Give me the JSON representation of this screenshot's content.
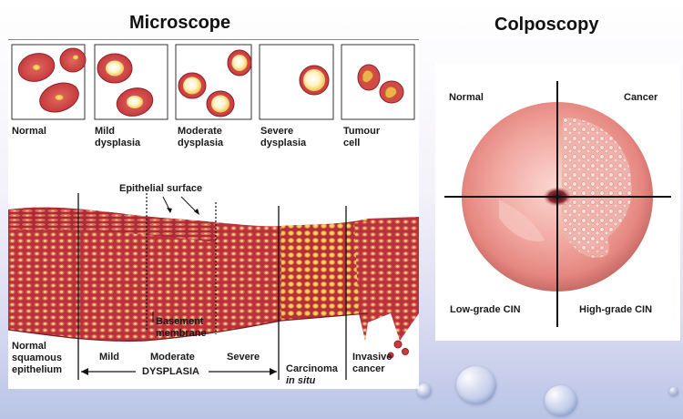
{
  "titles": {
    "microscope": "Microscope",
    "colposcopy": "Colposcopy"
  },
  "cells": [
    {
      "label": "Normal"
    },
    {
      "label": "Mild\ndysplasia"
    },
    {
      "label": "Moderate\ndysplasia"
    },
    {
      "label": "Severe\ndysplasia"
    },
    {
      "label": "Tumour\ncell"
    }
  ],
  "tissue": {
    "epithelial_surface": "Epithelial surface",
    "basement_membrane": "Basement\nmembrane",
    "normal_epithelium": "Normal\nsquamous\nepithelium",
    "mild": "Mild",
    "moderate": "Moderate",
    "severe": "Severe",
    "carcinoma": "Carcinoma",
    "carcinoma_em": "in situ",
    "invasive": "Invasive\ncancer",
    "dysplasia": "DYSPLASIA"
  },
  "colposcopy": {
    "normal": "Normal",
    "cancer": "Cancer",
    "low_grade": "Low-grade CIN",
    "high_grade": "High-grade CIN"
  },
  "colors": {
    "cell_red": "#c83a3e",
    "cell_body": "#d5574f",
    "nucleus_yellow": "#f2d25a",
    "tissue_dark": "#b8323a",
    "cervix_pink": "#f0a7a0"
  }
}
